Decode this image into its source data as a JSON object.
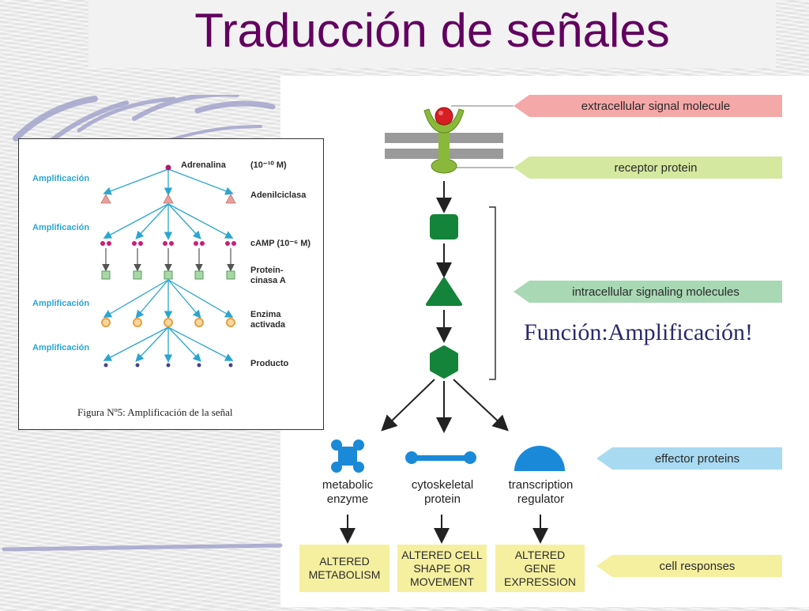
{
  "slide": {
    "title": "Traducción de señales",
    "title_color": "#62005f",
    "highlight_text": "Función:Amplificación!",
    "highlight_color": "#2a2a6e"
  },
  "figure5": {
    "caption": "Figura Nº5: Amplificación de la señal",
    "amplification_label": "Amplificación",
    "amplification_color": "#2aa6d0",
    "stages": [
      {
        "label": "Adrenalina",
        "note": "(10⁻¹⁰ M)",
        "shape": "dot-icon",
        "count": 1,
        "color": "#b01872"
      },
      {
        "label": "Adenilciclasa",
        "note": "",
        "shape": "triangle-icon",
        "count": 3,
        "color": "#e8a09a"
      },
      {
        "label": "cAMP",
        "note": "(10⁻⁶ M)",
        "shape": "dot-pair-icon",
        "count": 5,
        "color": "#c8207a"
      },
      {
        "label": "Protein-",
        "label2": "cinasa A",
        "note": "",
        "shape": "square-icon",
        "count": 5,
        "color": "#a8d8a8"
      },
      {
        "label": "Enzima",
        "label2": "activada",
        "note": "",
        "shape": "ring-icon",
        "count": 5,
        "color": "#e8a040"
      },
      {
        "label": "Producto",
        "note": "",
        "shape": "small-dot-icon",
        "count": 5,
        "color": "#444488"
      }
    ]
  },
  "pathway": {
    "receptor_color": "#8ab83a",
    "signal_color": "#d81e24",
    "intracellular_color": "#14843a",
    "effector_color": "#1a8ad8",
    "row_labels": [
      {
        "text": "extracellular signal molecule",
        "color": "#f5a8a8"
      },
      {
        "text": "receptor protein",
        "color": "#d4e8a0"
      },
      {
        "text": "intracellular signaling molecules",
        "color": "#a8d8b4"
      },
      {
        "text": "effector proteins",
        "color": "#a8daf2"
      },
      {
        "text": "cell responses",
        "color": "#f5f0a0"
      }
    ],
    "effectors": [
      {
        "line1": "metabolic",
        "line2": "enzyme",
        "icon": "metabolic-enzyme-icon"
      },
      {
        "line1": "cytoskeletal",
        "line2": "protein",
        "icon": "cytoskeletal-protein-icon"
      },
      {
        "line1": "transcription",
        "line2": "regulator",
        "icon": "transcription-regulator-icon"
      }
    ],
    "responses": [
      {
        "line1": "ALTERED",
        "line2": "METABOLISM",
        "line3": ""
      },
      {
        "line1": "ALTERED CELL",
        "line2": "SHAPE OR",
        "line3": "MOVEMENT"
      },
      {
        "line1": "ALTERED",
        "line2": "GENE",
        "line3": "EXPRESSION"
      }
    ],
    "response_box_color": "#f5f0a0"
  }
}
